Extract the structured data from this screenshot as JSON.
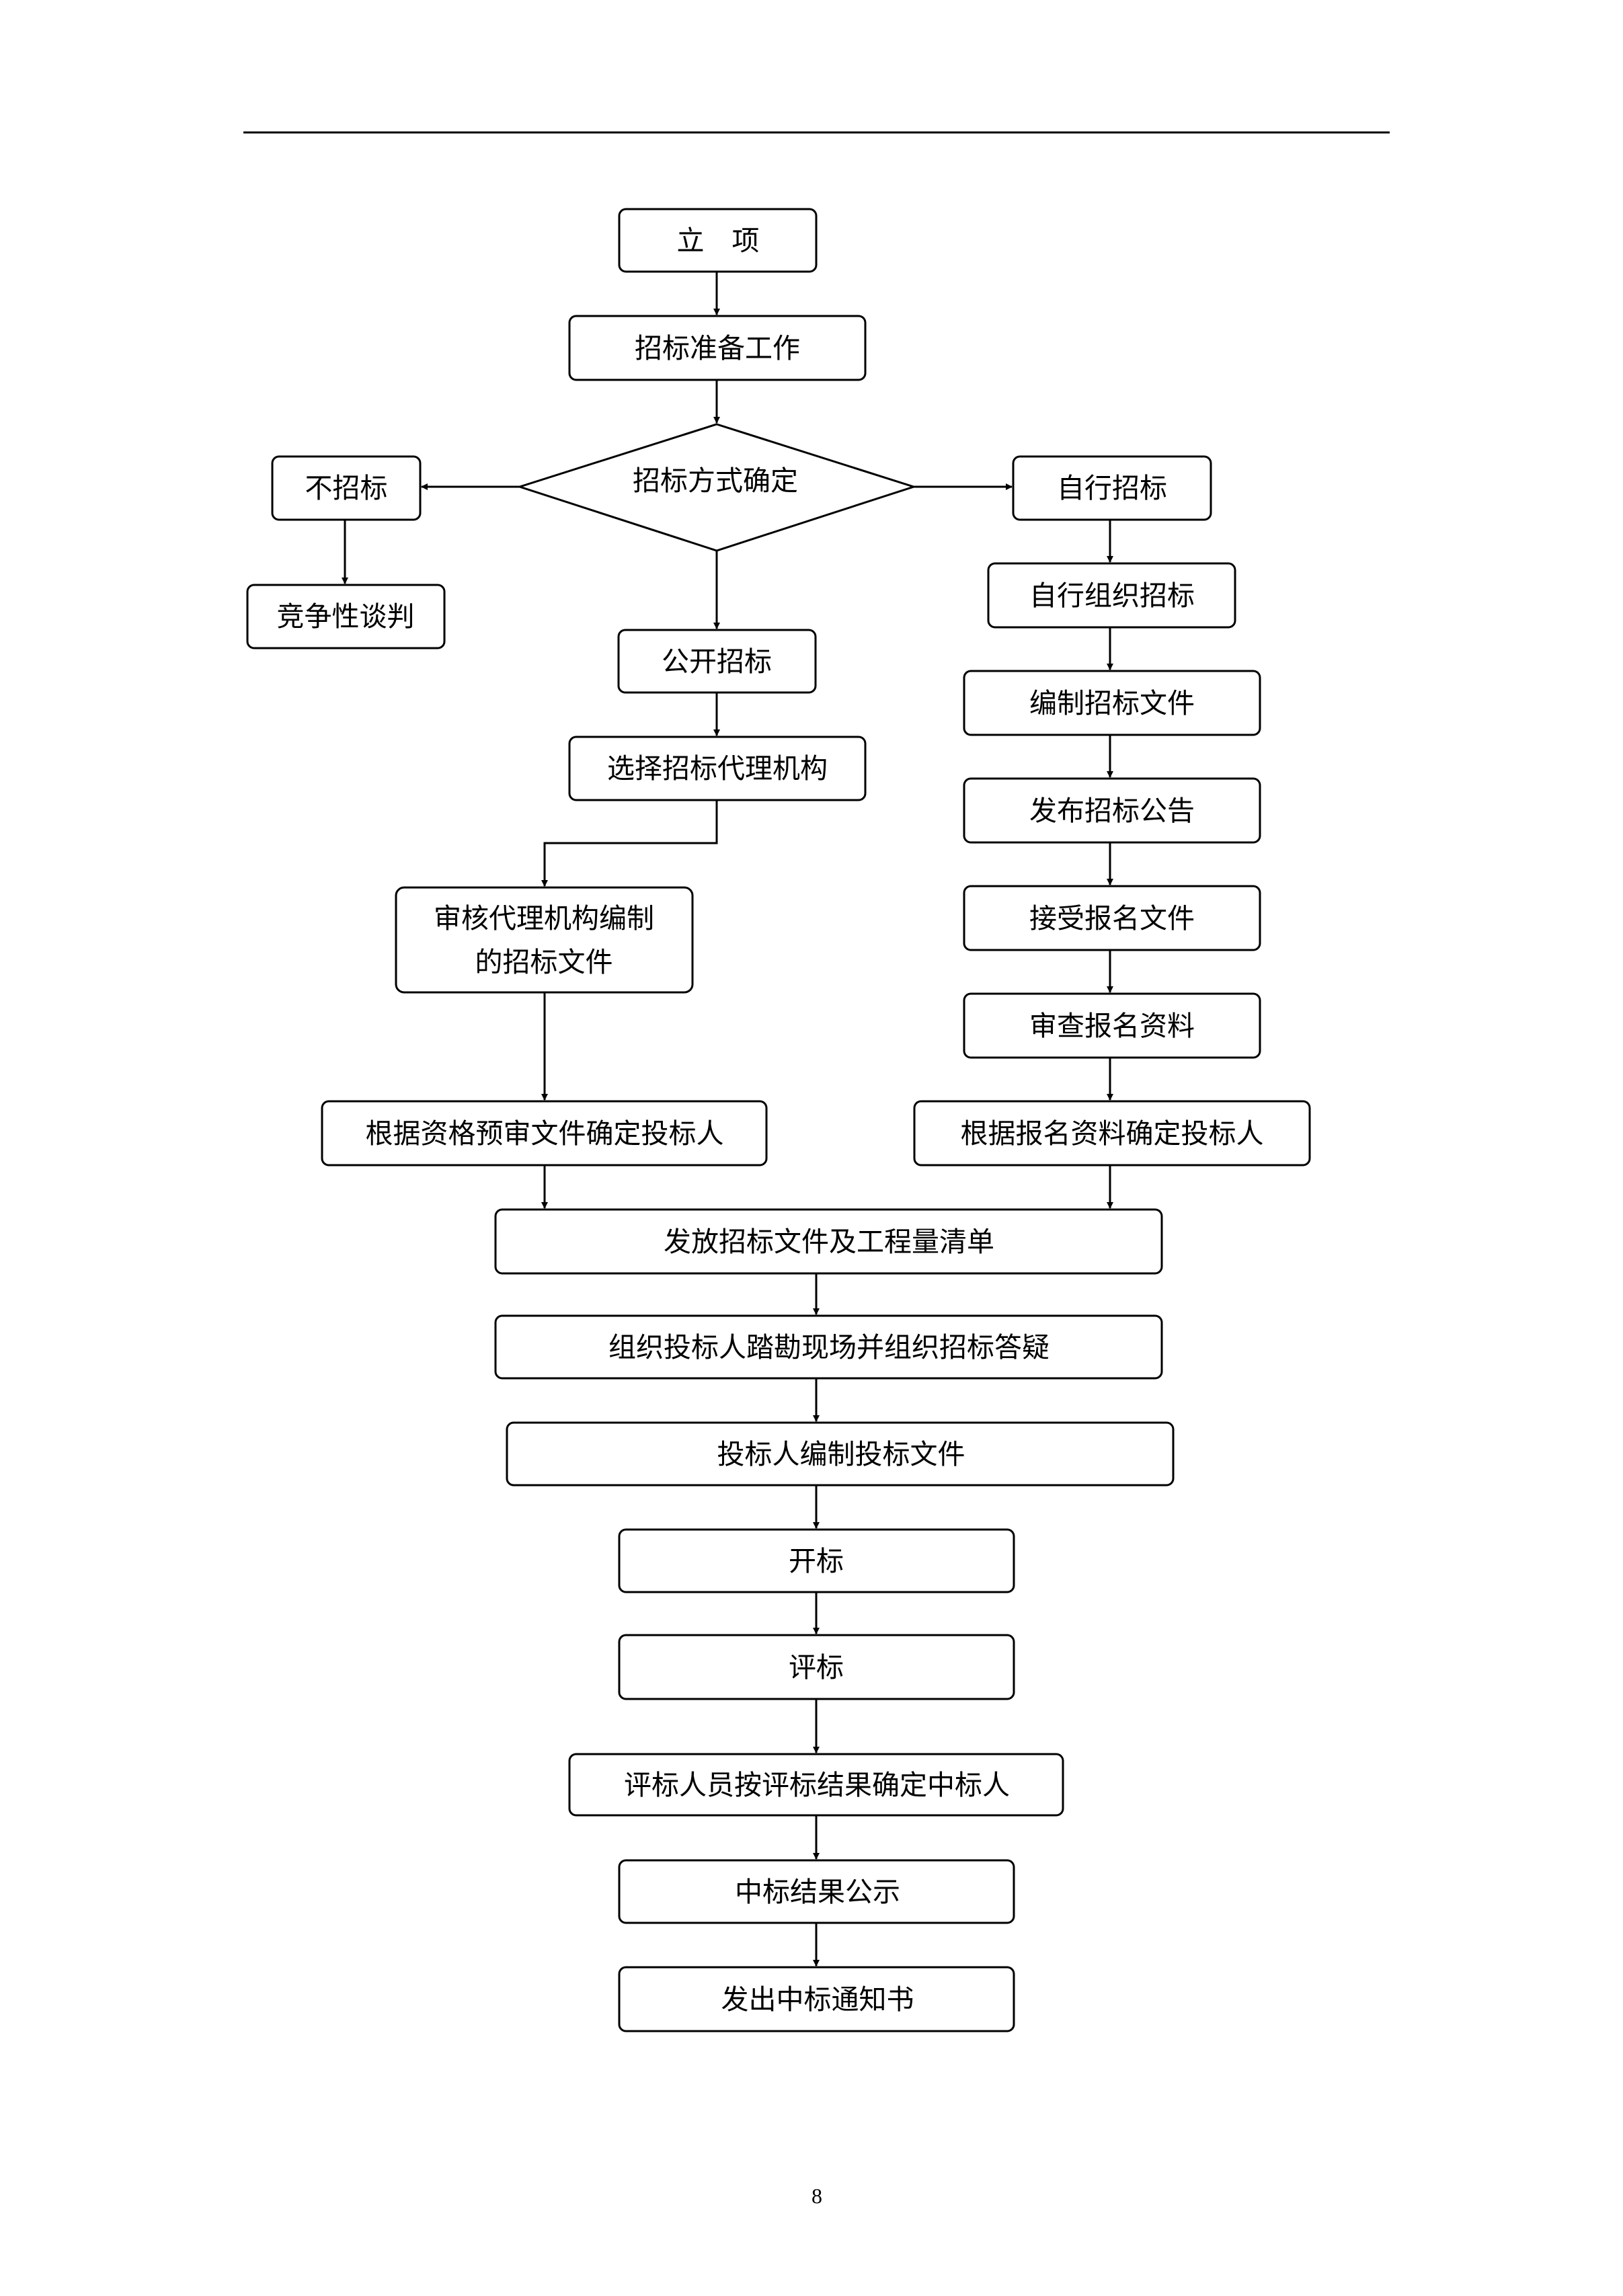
{
  "flowchart": {
    "nodes": {
      "start": "立　项",
      "prep": "招标准备工作",
      "decision": "招标方式确定",
      "no_bid": "不招标",
      "negotiation": "竞争性谈判",
      "public_bid": "公开招标",
      "select_agency": "选择招标代理机构",
      "review_agency_docs": [
        "审核代理机构编制",
        "的招标文件"
      ],
      "confirm_by_prequal": "根据资格预审文件确定投标人",
      "self_bid": "自行招标",
      "self_organize": "自行组织招标",
      "compile_docs": "编制招标文件",
      "publish_notice": "发布招标公告",
      "accept_registration": "接受报名文件",
      "review_registration": "审查报名资料",
      "confirm_by_registration": "根据报名资料确定投标人",
      "issue_docs": "发放招标文件及工程量清单",
      "site_visit": "组织投标人踏勘现场并组织招标答疑",
      "bidder_prepare": "投标人编制投标文件",
      "bid_opening": "开标",
      "bid_evaluation": "评标",
      "determine_winner": "评标人员按评标结果确定中标人",
      "publish_result": "中标结果公示",
      "issue_notice": "发出中标通知书"
    }
  },
  "page_number": "8"
}
